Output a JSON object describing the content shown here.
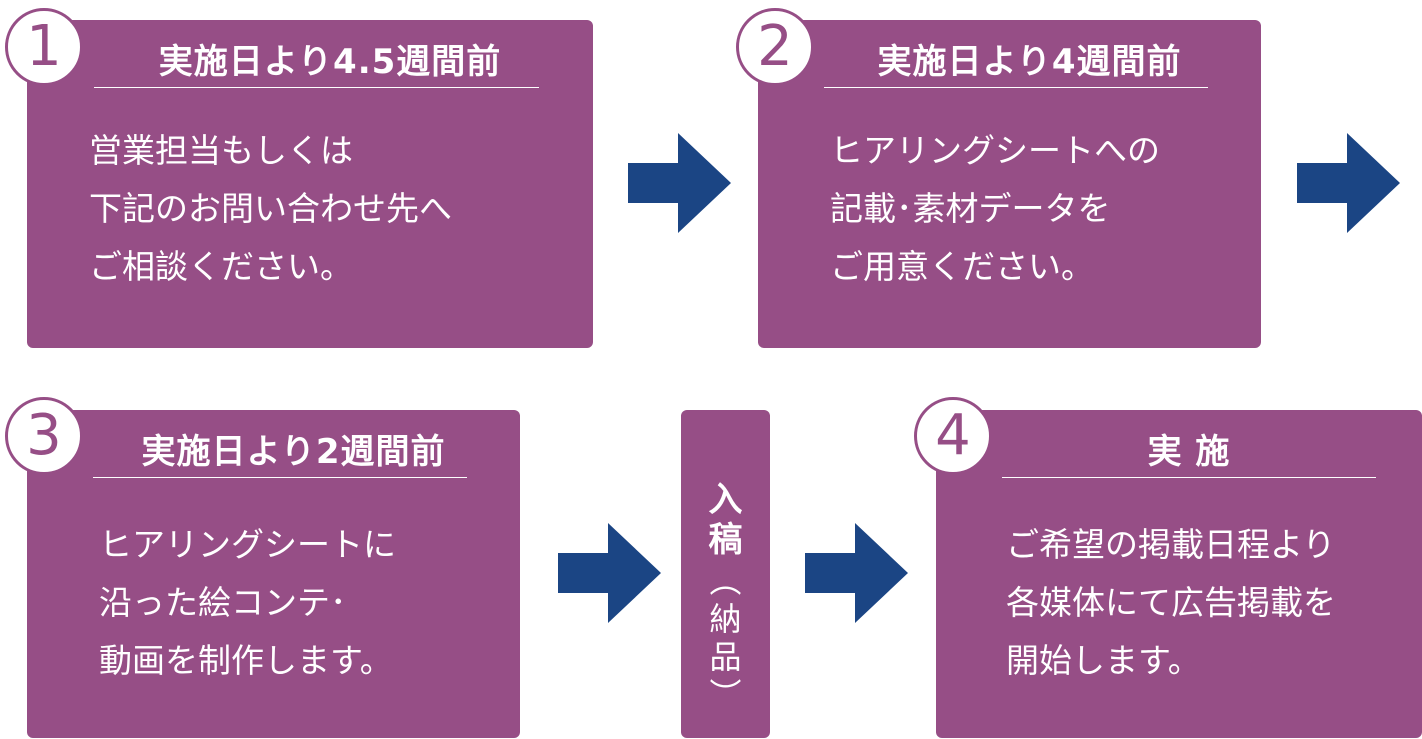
{
  "colors": {
    "card": "#964e86",
    "arrow": "#1b4584",
    "text": "#ffffff"
  },
  "steps": [
    {
      "number": "1",
      "title": "実施日より4.5週間前",
      "lines": [
        "営業担当もしくは",
        "下記のお問い合わせ先へ",
        "ご相談ください。"
      ]
    },
    {
      "number": "2",
      "title": "実施日より4週間前",
      "lines": [
        "ヒアリングシートへの",
        "記載･素材データを",
        "ご用意ください。"
      ]
    },
    {
      "number": "3",
      "title": "実施日より2週間前",
      "lines": [
        "ヒアリングシートに",
        "沿った絵コンテ･",
        "動画を制作します。"
      ]
    },
    {
      "number": "4",
      "title": "実 施",
      "lines": [
        "ご希望の掲載日程より",
        "各媒体にて広告掲載を",
        "開始します。"
      ]
    }
  ],
  "delivery": {
    "main": [
      "入",
      "稿"
    ],
    "sub": [
      "︵",
      "納",
      "品",
      "︶"
    ]
  },
  "arrow_icon": "right-arrow-icon"
}
